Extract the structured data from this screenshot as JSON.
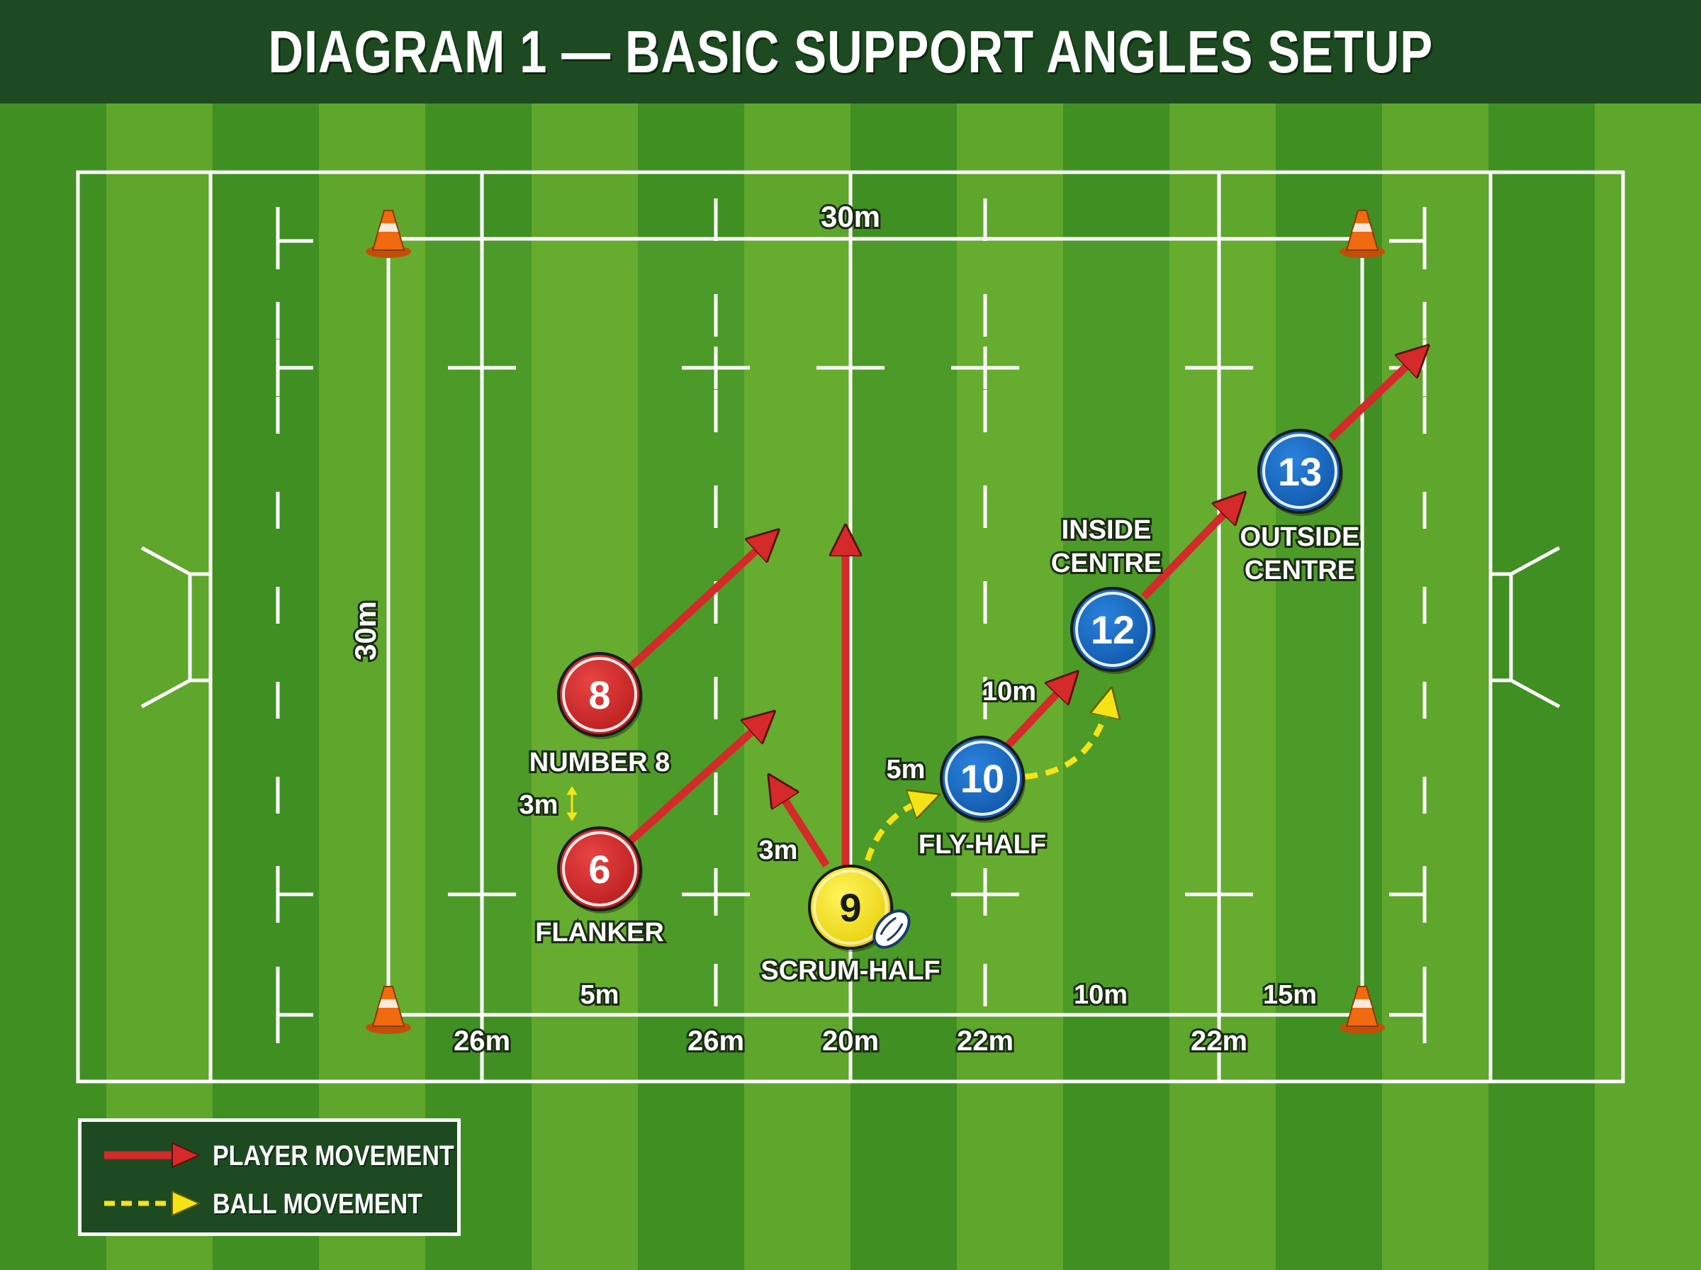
{
  "title": "DIAGRAM 1 — BASIC SUPPORT ANGLES SETUP",
  "colors": {
    "grass_light": "#5fa62c",
    "grass_dark": "#3f8f22",
    "banner": "#1e4a22",
    "lines": "#ffffff",
    "red_team": "#d42a2a",
    "blue_team": "#1767c2",
    "scrum_half": "#f5e415",
    "cone": "#f06a10",
    "player_arrow": "#d42a2a",
    "ball_arrow": "#f5e415"
  },
  "grid_dimensions": {
    "width_label": "30m",
    "height_label": "30m"
  },
  "players": [
    {
      "number": "8",
      "role": "NUMBER 8",
      "team": "red"
    },
    {
      "number": "6",
      "role": "FLANKER",
      "team": "red"
    },
    {
      "number": "9",
      "role": "SCRUM-HALF",
      "team": "yellow"
    },
    {
      "number": "10",
      "role": "FLY-HALF",
      "team": "blue"
    },
    {
      "number": "12",
      "role": "INSIDE\nCENTRE",
      "role_lines": [
        "INSIDE",
        "CENTRE"
      ],
      "team": "blue"
    },
    {
      "number": "13",
      "role": "OUTSIDE\nCENTRE",
      "role_lines": [
        "OUTSIDE",
        "CENTRE"
      ],
      "team": "blue"
    }
  ],
  "distances": {
    "between_6_and_8": "3m",
    "scrum_half_offset": "3m",
    "scrum_half_to_fly_half": "5m",
    "fly_half_to_inside_centre": "10m"
  },
  "bottom_labels": [
    "5m",
    "10m",
    "15m"
  ],
  "pitch_line_labels": [
    "26m",
    "26m",
    "20m",
    "22m",
    "22m"
  ],
  "legend": [
    {
      "label": "PLAYER MOVEMENT",
      "icon": "red-arrow-icon"
    },
    {
      "label": "BALL MOVEMENT",
      "icon": "yellow-dashed-arrow-icon"
    }
  ]
}
